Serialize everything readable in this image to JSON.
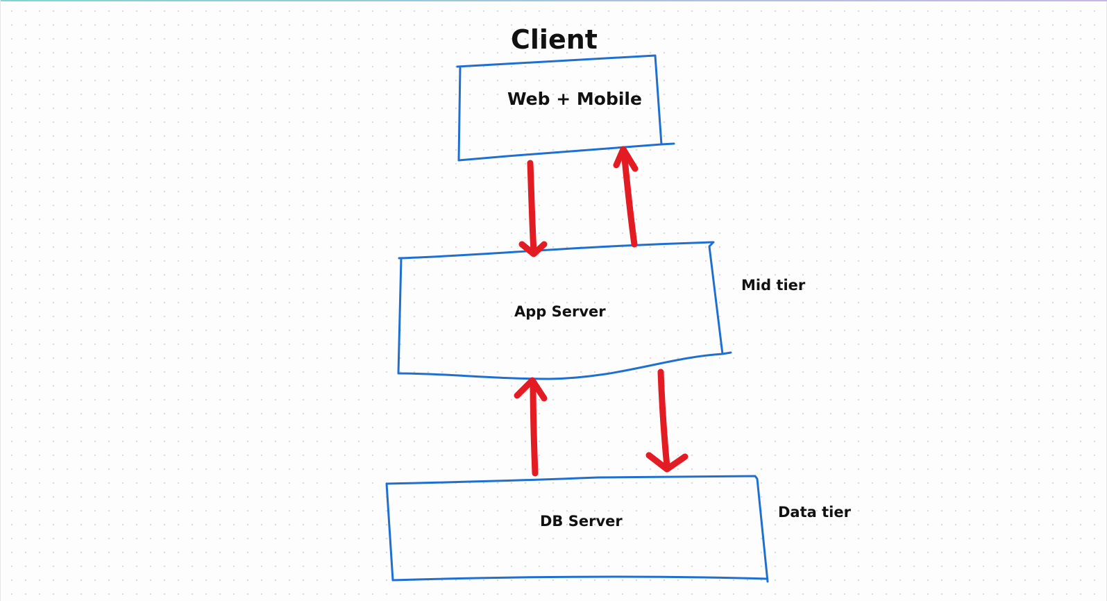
{
  "diagram": {
    "title": "Client",
    "client_box_label": "Web + Mobile",
    "app_box_label": "App Server",
    "db_box_label": "DB Server",
    "mid_tier_label": "Mid tier",
    "data_tier_label": "Data tier"
  },
  "colors": {
    "box_stroke": "#1f6fd1",
    "arrow": "#e31b23",
    "text": "#111111"
  }
}
